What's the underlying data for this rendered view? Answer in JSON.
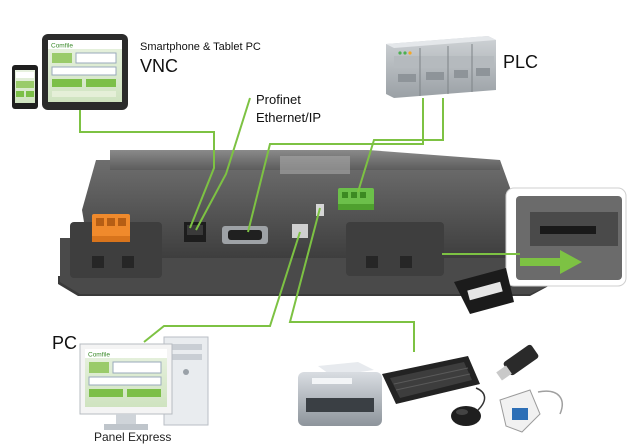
{
  "labels": {
    "smartphone_tablet": "Smartphone & Tablet PC",
    "vnc": "VNC",
    "profinet": "Profinet",
    "ethernet_ip": "Ethernet/IP",
    "plc": "PLC",
    "pc": "PC",
    "panel_express": "Panel Express"
  },
  "screen_logo": "Comfile",
  "colors": {
    "connector_line": "#7dc243",
    "panel_body": "#5a5a5a",
    "orange_terminal": "#f08a2c",
    "green_terminal": "#6cc04a"
  }
}
